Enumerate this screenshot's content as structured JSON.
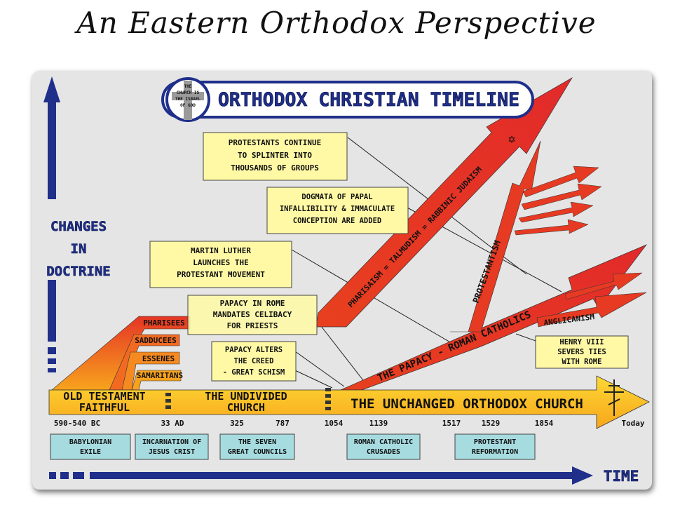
{
  "page_title": "An Eastern Orthodox Perspective",
  "banner": {
    "title": "ORTHODOX CHRISTIAN TIMELINE",
    "seal_lines": [
      "THE",
      "CHURCH IS",
      "THE ISRAEL",
      "OF GOD"
    ]
  },
  "axes": {
    "y_label": [
      "CHANGES",
      "IN",
      "DOCTRINE"
    ],
    "x_label": "TIME"
  },
  "main_band": {
    "old_testament": [
      "OLD TESTAMENT",
      "FAITHFUL"
    ],
    "undivided": [
      "THE UNDIVIDED",
      "CHURCH"
    ],
    "unchanged": "THE UNCHANGED ORTHODOX CHURCH"
  },
  "branches": {
    "pharisees": "PHARISEES",
    "sadducees": "SADDUCEES",
    "essenes": "ESSENES",
    "samaritans": "SAMARITANS",
    "judaism_arrow": "PHARISAISM = TALMUDISM = RABBINIC JUDAISM",
    "papacy_arrow": "THE PAPACY - ROMAN CATHOLICS",
    "protestantism": "PROTESTANTISM",
    "anglicanism": "ANGLICANISM"
  },
  "timeline_years": [
    "590-540 BC",
    "33 AD",
    "325",
    "787",
    "1054",
    "1139",
    "1517",
    "1529",
    "1854",
    "Today"
  ],
  "event_boxes": [
    [
      "BABYLONIAN",
      "EXILE"
    ],
    [
      "INCARNATION OF",
      "JESUS CRIST"
    ],
    [
      "THE SEVEN",
      "GREAT COUNCILS"
    ],
    [
      "ROMAN CATHOLIC",
      "CRUSADES"
    ],
    [
      "PROTESTANT",
      "REFORMATION"
    ]
  ],
  "callouts": {
    "protestants_splinter": [
      "PROTESTANTS CONTINUE",
      "TO SPLINTER INTO",
      "THOUSANDS OF GROUPS"
    ],
    "dogmata": [
      "DOGMATA OF PAPAL",
      "INFALLIBILITY & IMMACULATE",
      "CONCEPTION ARE ADDED"
    ],
    "martin_luther": [
      "MARTIN LUTHER",
      "LAUNCHES THE",
      "PROTESTANT MOVEMENT"
    ],
    "celibacy": [
      "PAPACY IN ROME",
      "MANDATES CELIBACY",
      "FOR PRIESTS"
    ],
    "creed": [
      "PAPACY ALTERS",
      "THE CREED",
      "- GREAT SCHISM"
    ],
    "henry": [
      "HENRY VIII",
      "SEVERS TIES",
      "WITH ROME"
    ]
  },
  "colors": {
    "band_orange": "#f7a61b",
    "band_yellow": "#fdd835",
    "red_arrow": "#e53525",
    "axis_blue": "#1f2f8a",
    "callout_fill": "#fff9a6",
    "event_fill": "#a6dbe0"
  }
}
